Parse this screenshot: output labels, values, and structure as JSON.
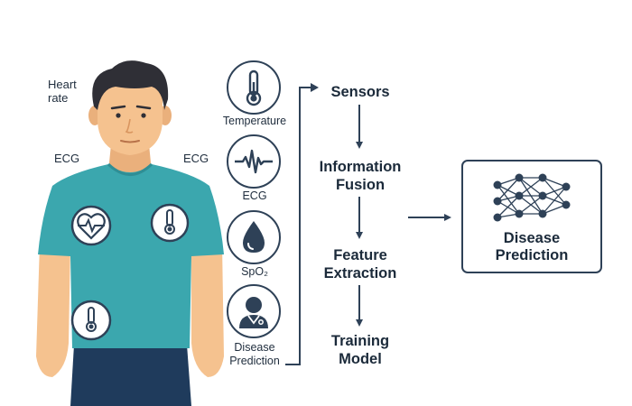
{
  "figure": {
    "body_labels": {
      "heart_rate": [
        "Heart",
        "rate"
      ],
      "ecg_left": "ECG",
      "ecg_right": "ECG"
    },
    "sensor_icons": [
      {
        "icon": "thermometer-icon",
        "caption": "Temperature"
      },
      {
        "icon": "ecg-wave-icon",
        "caption": "ECG"
      },
      {
        "icon": "droplet-icon",
        "caption": "SpO₂"
      },
      {
        "icon": "doctor-icon",
        "caption": [
          "Disease",
          "Prediction"
        ]
      }
    ],
    "flow_steps": [
      [
        "Sensors"
      ],
      [
        "Information",
        "Fusion"
      ],
      [
        "Feature",
        "Extraction"
      ],
      [
        "Training",
        "Model"
      ]
    ],
    "prediction_box": {
      "icon": "neural-network-icon",
      "label": [
        "Disease",
        "Prediction"
      ]
    },
    "colors": {
      "outline": "#2e4157",
      "shirt": "#3ba7ae",
      "skin": "#f5c28f",
      "hair": "#2f2f36",
      "pants": "#1f3b5c"
    }
  }
}
